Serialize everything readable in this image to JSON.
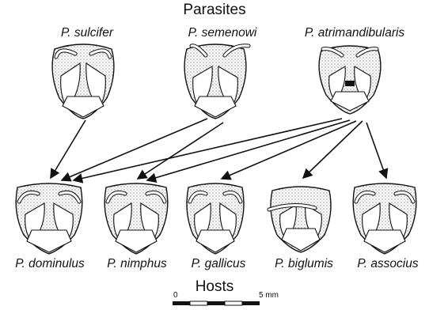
{
  "titles": {
    "top": "Parasites",
    "bottom": "Hosts"
  },
  "parasites": [
    "P. sulcifer",
    "P. semenowi",
    "P. atrimandibularis"
  ],
  "hosts": [
    "P. dominulus",
    "P. nimphus",
    "P. gallicus",
    "P. biglumis",
    "P. associus"
  ],
  "scale": {
    "start": "0",
    "end": "5 mm"
  },
  "links": [
    [
      "P. sulcifer",
      "P. dominulus"
    ],
    [
      "P. semenowi",
      "P. dominulus"
    ],
    [
      "P. semenowi",
      "P. nimphus"
    ],
    [
      "P. atrimandibularis",
      "P. dominulus"
    ],
    [
      "P. atrimandibularis",
      "P. nimphus"
    ],
    [
      "P. atrimandibularis",
      "P. gallicus"
    ],
    [
      "P. atrimandibularis",
      "P. biglumis"
    ],
    [
      "P. atrimandibularis",
      "P. associus"
    ]
  ]
}
